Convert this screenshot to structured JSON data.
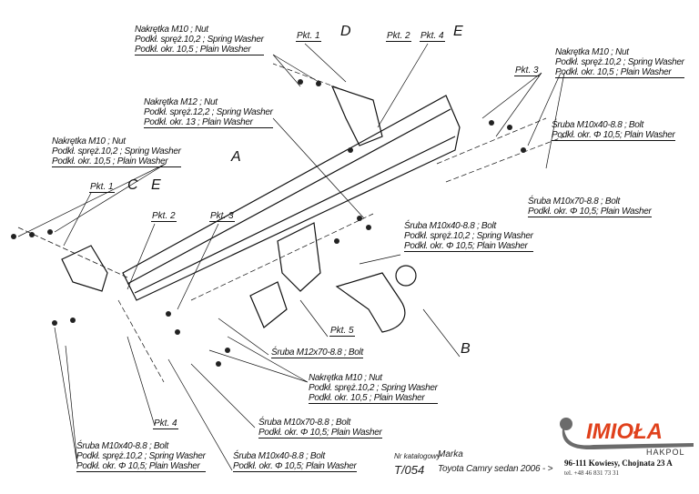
{
  "labels": {
    "nut_top": [
      "Nakrętka  M10 ; Nut",
      "Podkł. spręż.10,2 ; Spring Washer",
      "Podkł. okr. 10,5 ; Plain Washer"
    ],
    "nut_right": [
      "Nakrętka  M10 ; Nut",
      "Podkł. spręż.10,2 ; Spring Washer",
      "Podkł. okr. 10,5 ; Plain Washer"
    ],
    "nut_m12": [
      "Nakrętka  M12 ; Nut",
      "Podkł. spręż.12,2 ; Spring Washer",
      "Podkł. okr. 13 ; Plain Washer"
    ],
    "nut_left": [
      "Nakrętka  M10 ; Nut",
      "Podkł. spręż.10,2 ; Spring Washer",
      "Podkł. okr. 10,5 ; Plain Washer"
    ],
    "bolt_right_m10x40": [
      "Śruba M10x40-8.8 ;  Bolt",
      "Podkł. okr. Φ 10,5; Plain Washer"
    ],
    "bolt_right_m10x70": [
      "Śruba M10x70-8.8 ;  Bolt",
      "Podkł. okr. Φ 10,5; Plain Washer"
    ],
    "bolt_center_m10x40": [
      "Śruba M10x40-8.8 ;  Bolt",
      "Podkł. spręż.10,2 ; Spring Washer",
      "Podkł. okr. Φ 10,5; Plain Washer"
    ],
    "bolt_m12x70": "Śruba M12x70-8.8 ;  Bolt",
    "nut_bottom": [
      "Nakrętka  M10 ; Nut",
      "Podkł. spręż.10,2 ; Spring Washer",
      "Podkł. okr. 10,5 ; Plain Washer"
    ],
    "bolt_bottom_m10x70": [
      "Śruba M10x70-8.8 ;  Bolt",
      "Podkł. okr. Φ 10,5; Plain Washer"
    ],
    "bolt_bottom_left_m10x40": [
      "Śruba M10x40-8.8 ;  Bolt",
      "Podkł. spręż.10,2 ; Spring Washer",
      "Podkł. okr. Φ 10,5; Plain Washer"
    ],
    "bolt_bottom_mid_m10x40": [
      "Śruba M10x40-8.8 ;  Bolt",
      "Podkł. okr. Φ 10,5; Plain Washer"
    ]
  },
  "points": {
    "pkt1_top": "Pkt. 1",
    "pkt2_top": "Pkt. 2",
    "pkt4_top": "Pkt. 4",
    "pkt3_right": "Pkt. 3",
    "pkt1_left": "Pkt. 1",
    "pkt2_left": "Pkt. 2",
    "pkt3_left": "Pkt. 3",
    "pkt5": "Pkt. 5",
    "pkt4_bottom": "Pkt. 4"
  },
  "parts": {
    "A": "A",
    "B": "B",
    "C": "C",
    "D": "D",
    "E_top": "E",
    "E_left": "E"
  },
  "footer": {
    "catalog_label": "Nr katalogowy",
    "catalog_value": "T/054",
    "make_label": "Marka",
    "make_value": "Toyota Camry sedan 2006 - >",
    "brand": "IMIOŁA",
    "brand_sub": "HAKPOL",
    "address": "96-111 Kowiesy, Chojnata 23 A",
    "phone": "tel. +48 46 831 73 31"
  },
  "colors": {
    "brand_red": "#e0411c",
    "brand_gray": "#6b6b6b"
  }
}
